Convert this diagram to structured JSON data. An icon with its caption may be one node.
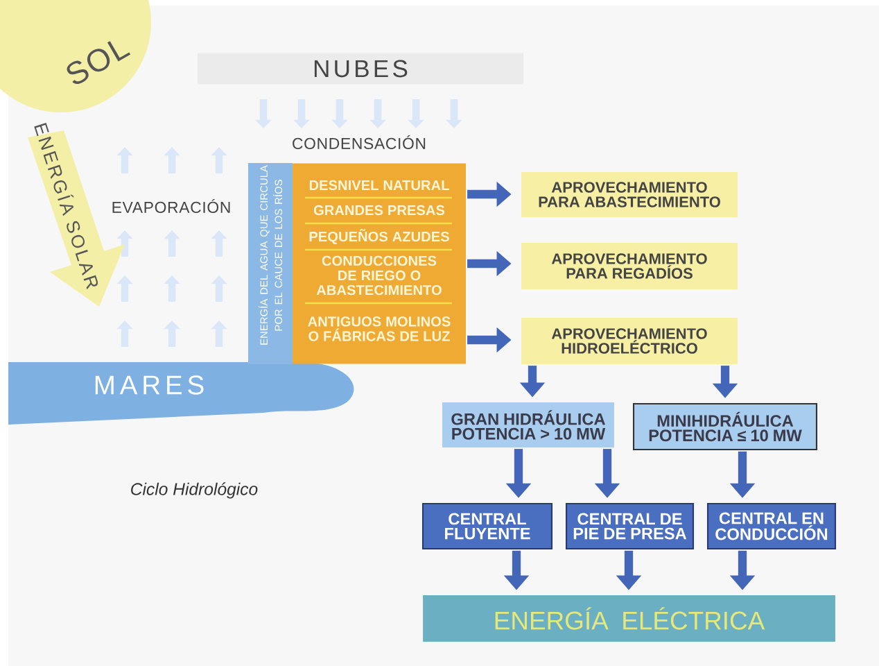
{
  "diagram": {
    "caption": "Ciclo Hidrológico",
    "nodes": [
      {
        "text": [
          "SOL"
        ]
      },
      {
        "text": [
          "NUBES"
        ]
      },
      {
        "text": [
          "ENERGÍA SOLAR"
        ]
      },
      {
        "text": [
          "MARES"
        ]
      },
      {
        "text": [
          "ENERGÍA DEL AGUA QUE CIRCULA POR EL CAUCE DE LOS RÍOS"
        ]
      },
      {
        "text": [
          "DESNIVEL NATURAL",
          "GRANDES PRESAS",
          "PEQUEÑOS AZUDES",
          "CONDUCCIONES DE RIEGO O ABASTECIMIENTO",
          "ANTIGUOS MOLINOS O FÁBRICAS DE LUZ"
        ]
      },
      {
        "text": [
          "APROVECHAMIENTO PARA ABASTECIMIENTO"
        ]
      },
      {
        "text": [
          "APROVECHAMIENTO PARA REGADÍOS"
        ]
      },
      {
        "text": [
          "APROVECHAMIENTO HIDROELÉCTRICO"
        ]
      },
      {
        "text": [
          "GRAN HIDRÁULICA POTENCIA > 10 MW"
        ]
      },
      {
        "text": [
          "MINIHIDRÁULICA POTENCIA ≤ 10 MW"
        ]
      },
      {
        "text": [
          "CENTRAL FLUYENTE"
        ]
      },
      {
        "text": [
          "CENTRAL DE PIE DE PRESA"
        ]
      },
      {
        "text": [
          "CENTRAL EN CONDUCCIÓN"
        ]
      },
      {
        "text": [
          "ENERGÍA ELÉCTRICA"
        ]
      }
    ],
    "edges": [
      {
        "from": 5,
        "to": 6,
        "arrow": "to"
      },
      {
        "from": 5,
        "to": 7,
        "arrow": "to"
      },
      {
        "from": 5,
        "to": 8,
        "arrow": "to"
      },
      {
        "from": 8,
        "to": 9,
        "arrow": "to"
      },
      {
        "from": 8,
        "to": 10,
        "arrow": "to"
      },
      {
        "from": 9,
        "to": 11,
        "arrow": "to"
      },
      {
        "from": 9,
        "to": 12,
        "arrow": "to"
      },
      {
        "from": 10,
        "to": 13,
        "arrow": "to"
      },
      {
        "from": 11,
        "to": 14,
        "arrow": "to"
      },
      {
        "from": 12,
        "to": 14,
        "arrow": "to"
      },
      {
        "from": 13,
        "to": 14,
        "arrow": "to"
      }
    ],
    "labels": [
      "CONDENSACIÓN",
      "EVAPORACIÓN"
    ]
  }
}
